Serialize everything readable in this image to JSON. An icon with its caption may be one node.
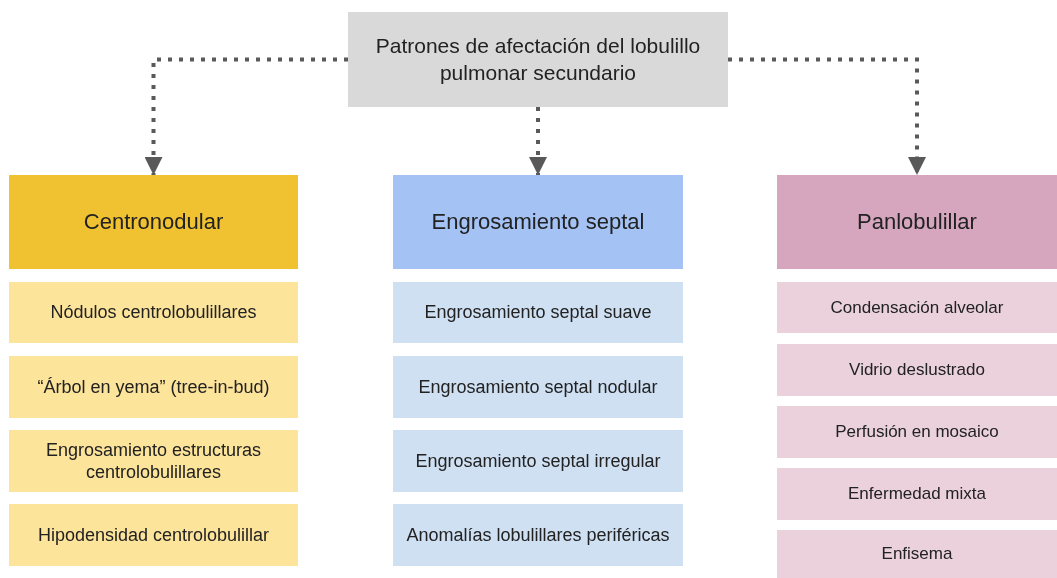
{
  "diagram": {
    "nodes": [
      {
        "text": [
          "Patrones de afectación del lobulillo pulmonar secundario"
        ]
      },
      {
        "text": [
          "Centronodular"
        ]
      },
      {
        "text": [
          "Nódulos centrolobulillares"
        ]
      },
      {
        "text": [
          "“Árbol en yema” (tree-in-bud)"
        ]
      },
      {
        "text": [
          "Engrosamiento estructuras centrolobulillares"
        ]
      },
      {
        "text": [
          "Hipodensidad centrolobulillar"
        ]
      },
      {
        "text": [
          "Engrosamiento septal"
        ]
      },
      {
        "text": [
          "Engrosamiento septal suave"
        ]
      },
      {
        "text": [
          "Engrosamiento septal nodular"
        ]
      },
      {
        "text": [
          "Engrosamiento septal irregular"
        ]
      },
      {
        "text": [
          "Anomalías lobulillares periféricas"
        ]
      },
      {
        "text": [
          "Panlobulillar"
        ]
      },
      {
        "text": [
          "Condensación alveolar"
        ]
      },
      {
        "text": [
          "Vidrio deslustrado"
        ]
      },
      {
        "text": [
          "Perfusión en mosaico"
        ]
      },
      {
        "text": [
          "Enfermedad mixta"
        ]
      },
      {
        "text": [
          "Enfisema"
        ]
      }
    ],
    "edges": [
      {
        "from": 0,
        "to": 1,
        "arrow": "to",
        "style": "dashed"
      },
      {
        "from": 0,
        "to": 6,
        "arrow": "to",
        "style": "dashed"
      },
      {
        "from": 0,
        "to": 11,
        "arrow": "to",
        "style": "dashed"
      }
    ]
  }
}
